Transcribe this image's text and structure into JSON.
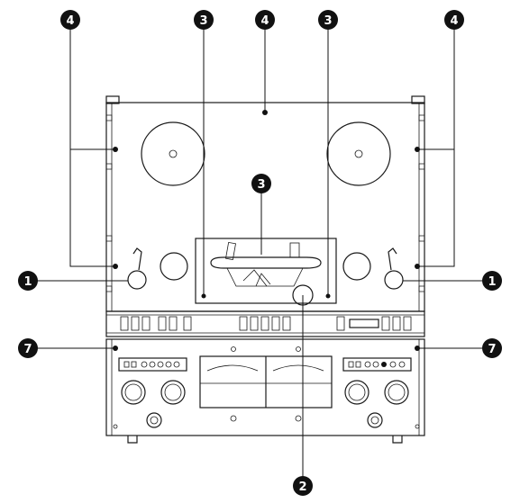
{
  "callouts": [
    {
      "id": "c4-left",
      "label": "4"
    },
    {
      "id": "c3-left",
      "label": "3"
    },
    {
      "id": "c4-top",
      "label": "4"
    },
    {
      "id": "c3-right",
      "label": "3"
    },
    {
      "id": "c4-right",
      "label": "4"
    },
    {
      "id": "c3-center",
      "label": "3"
    },
    {
      "id": "c1-left",
      "label": "1"
    },
    {
      "id": "c1-right",
      "label": "1"
    },
    {
      "id": "c7-left",
      "label": "7"
    },
    {
      "id": "c7-right",
      "label": "7"
    },
    {
      "id": "c2-bottom",
      "label": "2"
    }
  ]
}
